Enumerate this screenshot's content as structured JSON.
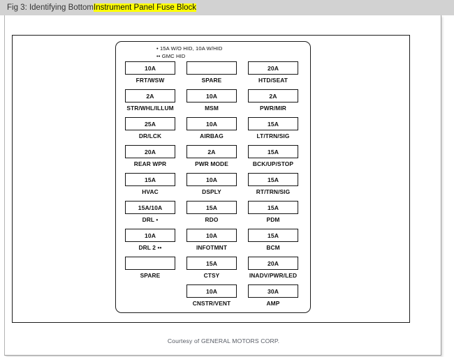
{
  "caption": {
    "prefix": "Fig 3: Identifying Bottom ",
    "highlighted": "Instrument Panel Fuse Block",
    "highlight_color": "#ffff00"
  },
  "figure": {
    "notes": [
      "• 15A W/O HID, 10A W/HID",
      "•• GMC HID"
    ],
    "courtesy": "Courtesy of GENERAL MOTORS CORP."
  },
  "fuse_panel": {
    "columns": [
      {
        "name": "left-column",
        "fuses": [
          {
            "rating": "10A",
            "label": "FRT/WSW"
          },
          {
            "rating": "2A",
            "label": "STR/WHL/ILLUM"
          },
          {
            "rating": "25A",
            "label": "DR/LCK"
          },
          {
            "rating": "20A",
            "label": "REAR WPR"
          },
          {
            "rating": "15A",
            "label": "HVAC"
          },
          {
            "rating": "15A/10A",
            "label": "DRL •"
          },
          {
            "rating": "10A",
            "label": "DRL 2 ••"
          },
          {
            "rating": "",
            "label": "SPARE"
          }
        ]
      },
      {
        "name": "center-column",
        "fuses": [
          {
            "rating": "",
            "label": "SPARE"
          },
          {
            "rating": "10A",
            "label": "MSM"
          },
          {
            "rating": "10A",
            "label": "AIRBAG"
          },
          {
            "rating": "2A",
            "label": "PWR MODE"
          },
          {
            "rating": "10A",
            "label": "DSPLY"
          },
          {
            "rating": "15A",
            "label": "RDO"
          },
          {
            "rating": "10A",
            "label": "INFOTMNT"
          },
          {
            "rating": "15A",
            "label": "CTSY"
          },
          {
            "rating": "10A",
            "label": "CNSTR/VENT"
          }
        ]
      },
      {
        "name": "right-column",
        "fuses": [
          {
            "rating": "20A",
            "label": "HTD/SEAT"
          },
          {
            "rating": "2A",
            "label": "PWR/MIR"
          },
          {
            "rating": "15A",
            "label": "LT/TRN/SIG"
          },
          {
            "rating": "15A",
            "label": "BCK/UP/STOP"
          },
          {
            "rating": "15A",
            "label": "RT/TRN/SIG"
          },
          {
            "rating": "15A",
            "label": "PDM"
          },
          {
            "rating": "15A",
            "label": "BCM"
          },
          {
            "rating": "20A",
            "label": "INADV/PWR/LED"
          },
          {
            "rating": "30A",
            "label": "AMP"
          }
        ]
      }
    ]
  }
}
